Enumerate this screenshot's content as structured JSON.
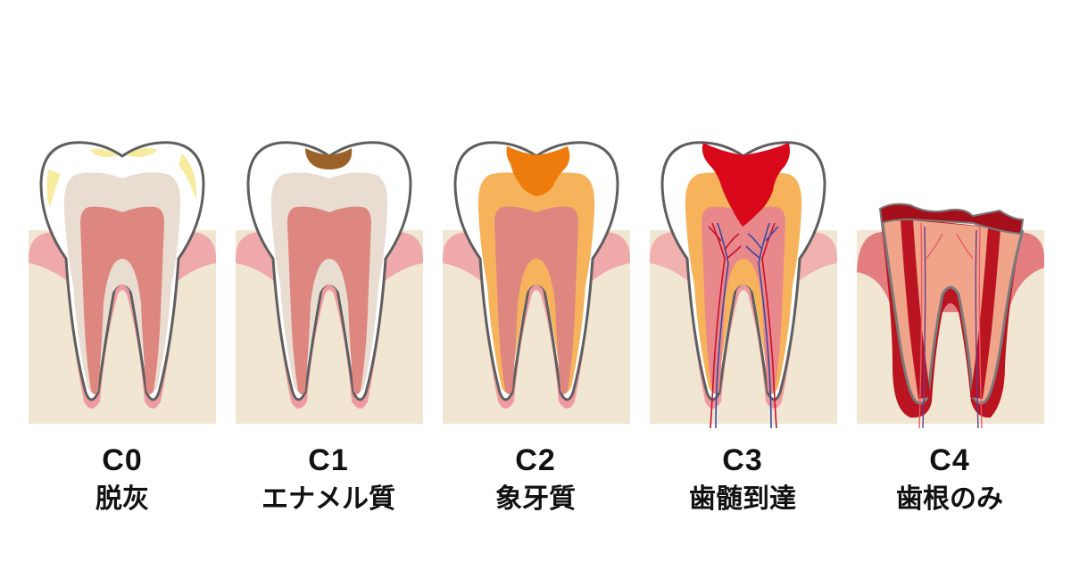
{
  "figure": {
    "type": "dental-caries-stages",
    "colors": {
      "background": "#ffffff",
      "bone": "#f1e6d2",
      "gum": "#ef9aa0",
      "gum_light": "#f6c3c3",
      "outline": "#5f5f5f",
      "enamel": "#ffffff",
      "dentin_healthy": "#e8ddd0",
      "pulp_healthy": "#de8680",
      "decal_spots": "#f7ec9e",
      "c1_caries": "#9b6228",
      "dentin_infected": "#f6b35c",
      "c2_caries": "#ee7c0c",
      "c3_caries": "#d9081a",
      "c3_pulp": "#e9888a",
      "c4_tissue": "#b91420",
      "c4_inner": "#f0a58a",
      "vessel_red": "#c8102e",
      "vessel_blue": "#3b4aa0"
    },
    "stages": [
      {
        "code": "C0",
        "name": "脱灰"
      },
      {
        "code": "C1",
        "name": "エナメル質"
      },
      {
        "code": "C2",
        "name": "象牙質"
      },
      {
        "code": "C3",
        "name": "歯髄到達"
      },
      {
        "code": "C4",
        "name": "歯根のみ"
      }
    ]
  }
}
